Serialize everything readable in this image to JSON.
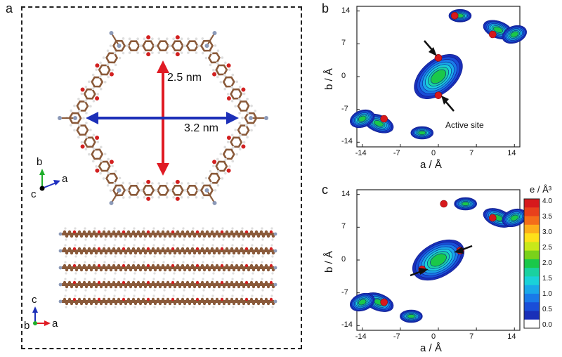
{
  "panels": {
    "a": "a",
    "b": "b",
    "c": "c"
  },
  "panel_a": {
    "pore_vertical": "2.5 nm",
    "pore_horizontal": "3.2 nm",
    "top_axes": {
      "b": "b",
      "a": "a",
      "c": "c"
    },
    "bottom_axes": {
      "c": "c",
      "b": "b",
      "a": "a"
    },
    "colors": {
      "vertical_arrow": "#e01b24",
      "horizontal_arrow": "#1c2fb8",
      "carbon": "#8a5a3a",
      "oxygen": "#d22020",
      "nitrogen": "#8c9ab8",
      "hydrogen": "#dedede"
    }
  },
  "panel_b": {
    "xlabel": "a / Å",
    "ylabel": "b / Å",
    "xticks": [
      "-14",
      "-7",
      "0",
      "7",
      "14"
    ],
    "yticks": [
      "14",
      "7",
      "0",
      "-7",
      "-14"
    ],
    "annotation": "Active site"
  },
  "panel_c": {
    "xlabel": "a / Å",
    "ylabel": "b / Å",
    "xticks": [
      "-14",
      "-7",
      "0",
      "7",
      "14"
    ],
    "yticks": [
      "14",
      "7",
      "0",
      "-7",
      "-14"
    ]
  },
  "colorbar": {
    "title": "e / Å³",
    "ticks": [
      "4.0",
      "3.5",
      "3.0",
      "2.5",
      "2.0",
      "1.5",
      "1.0",
      "0.5",
      "0.0"
    ],
    "colors": [
      "#d7191c",
      "#e8401c",
      "#f46d1a",
      "#fdae1a",
      "#fee11a",
      "#c8e81a",
      "#7ad11a",
      "#1ac84a",
      "#1ad1a0",
      "#1ad1d8",
      "#1aa8e8",
      "#1a7ae8",
      "#1a4ed8",
      "#1a2fb8",
      "#ffffff"
    ]
  },
  "chart_data": [
    {
      "type": "heatmap",
      "xlabel": "a / Å",
      "ylabel": "b / Å",
      "xlim": [
        -15,
        15
      ],
      "ylim": [
        -15,
        15
      ]
    },
    {
      "type": "heatmap",
      "xlabel": "a / Å",
      "ylabel": "b / Å",
      "xlim": [
        -15,
        15
      ],
      "ylim": [
        -15,
        15
      ]
    }
  ]
}
